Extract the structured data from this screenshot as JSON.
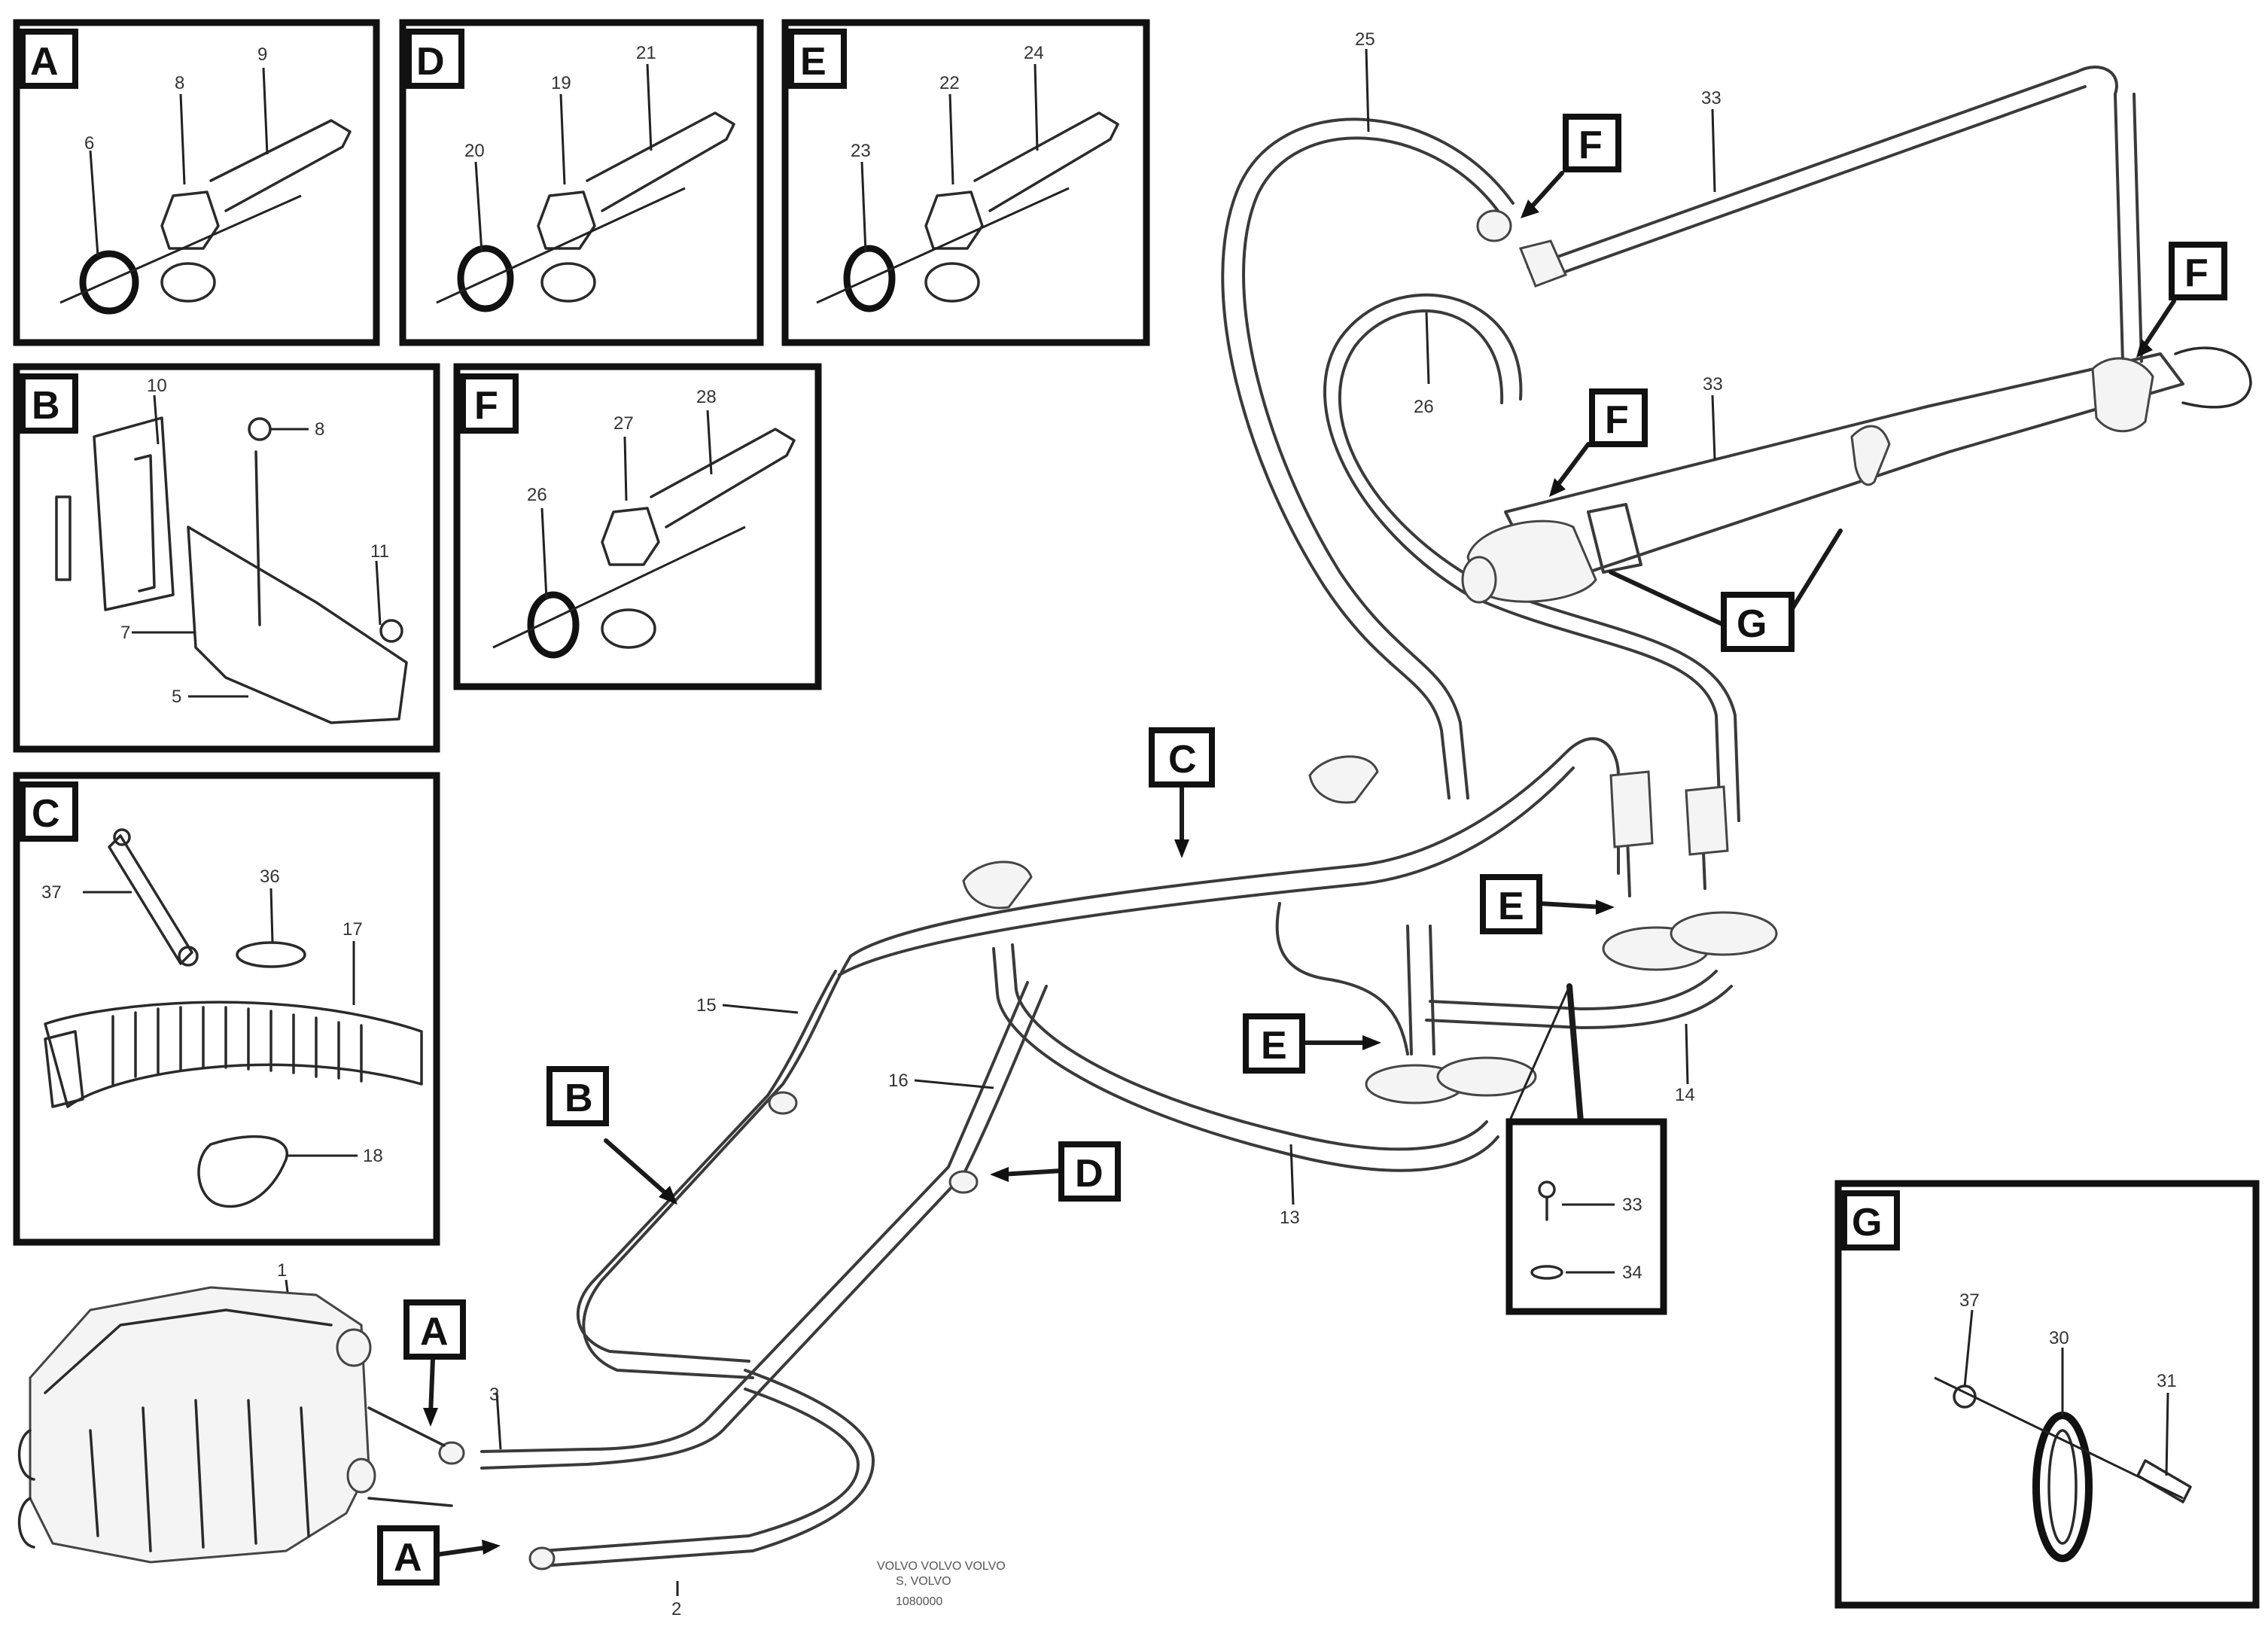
{
  "insets": {
    "A": {
      "letter": "A",
      "parts": [
        "6",
        "8",
        "9"
      ]
    },
    "D": {
      "letter": "D",
      "parts": [
        "20",
        "19",
        "21"
      ]
    },
    "E": {
      "letter": "E",
      "parts": [
        "23",
        "22",
        "24"
      ]
    },
    "B": {
      "letter": "B",
      "parts": [
        "10",
        "8",
        "11",
        "7",
        "5"
      ]
    },
    "F": {
      "letter": "F",
      "parts": [
        "26",
        "27",
        "28"
      ]
    },
    "C": {
      "letter": "C",
      "parts": [
        "37",
        "36",
        "17",
        "18"
      ]
    },
    "G": {
      "letter": "G",
      "parts": [
        "37",
        "30",
        "31"
      ]
    }
  },
  "callouts": [
    "F",
    "F",
    "F",
    "G",
    "C",
    "E",
    "E",
    "B",
    "D",
    "A",
    "A"
  ],
  "part_numbers": {
    "hose_top": "25",
    "rod_top": "33",
    "hose_mid": "26",
    "cyl": "33",
    "pipe_15": "15",
    "pipe_16": "16",
    "pipe_13": "13",
    "pipe_14": "14",
    "valve": "1",
    "pipe_3": "3",
    "pipe_2": "2",
    "detail_33": "33",
    "detail_34": "34"
  },
  "footer": {
    "line1": "VOLVO VOLVO VOLVO",
    "line2": "S, VOLVO",
    "code": "1080000"
  }
}
